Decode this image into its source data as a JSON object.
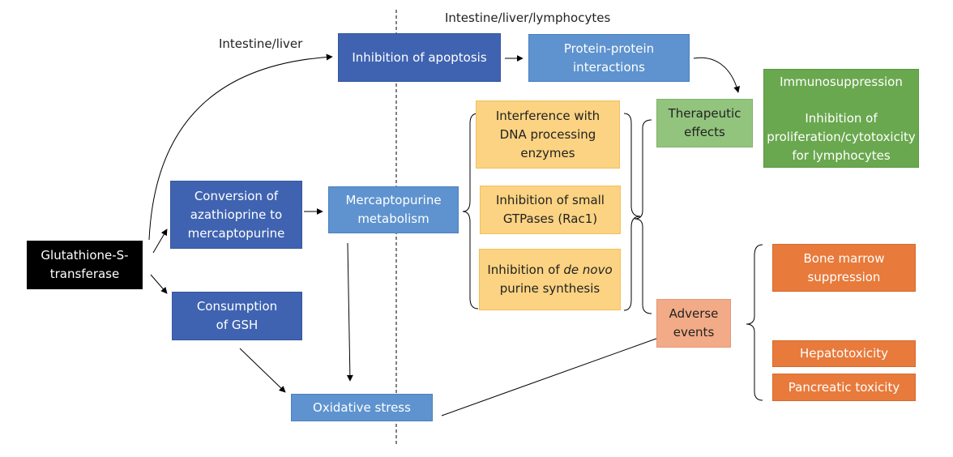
{
  "regions": {
    "intestine_liver": "Intestine/liver",
    "intestine_liver_lymphocytes": "Intestine/liver/lymphocytes"
  },
  "nodes": {
    "gst": [
      "Glutathione-S-",
      "transferase"
    ],
    "conversion": [
      "Conversion of",
      "azathioprine to",
      "mercaptopurine"
    ],
    "consumption": [
      "Consumption",
      "of GSH"
    ],
    "inhibition_apoptosis": [
      "Inhibition of apoptosis"
    ],
    "protein_interactions": [
      "Protein-protein",
      "interactions"
    ],
    "mp_metabolism": [
      "Mercaptopurine",
      "metabolism"
    ],
    "oxidative_stress": [
      "Oxidative stress"
    ],
    "interference_dna": [
      "Interference with",
      "DNA processing",
      "enzymes"
    ],
    "inhibition_gtpases": [
      "Inhibition of small",
      "GTPases (Rac1)"
    ],
    "inhibition_purine": {
      "pre": "Inhibition of ",
      "italic": "de novo",
      "line2": "purine synthesis"
    },
    "therapeutic": [
      "Therapeutic",
      "effects"
    ],
    "immuno": {
      "line1": "Immunosuppression",
      "line2": "Inhibition of",
      "line3": "proliferation/cytotoxicity",
      "line4": "for lymphocytes"
    },
    "adverse": [
      "Adverse",
      "events"
    ],
    "bone_marrow": [
      "Bone marrow",
      "suppression"
    ],
    "hepatotoxicity": [
      "Hepatotoxicity"
    ],
    "pancreatic": [
      "Pancreatic toxicity"
    ]
  },
  "colors": {
    "dark_blue": "#3f63b1",
    "mid_blue": "#5e93cf",
    "yellow": "#fbd382",
    "light_green": "#92c47e",
    "dark_green": "#6aa84f",
    "salmon": "#f2ab86",
    "orange": "#e87a3b",
    "black": "#000000"
  }
}
